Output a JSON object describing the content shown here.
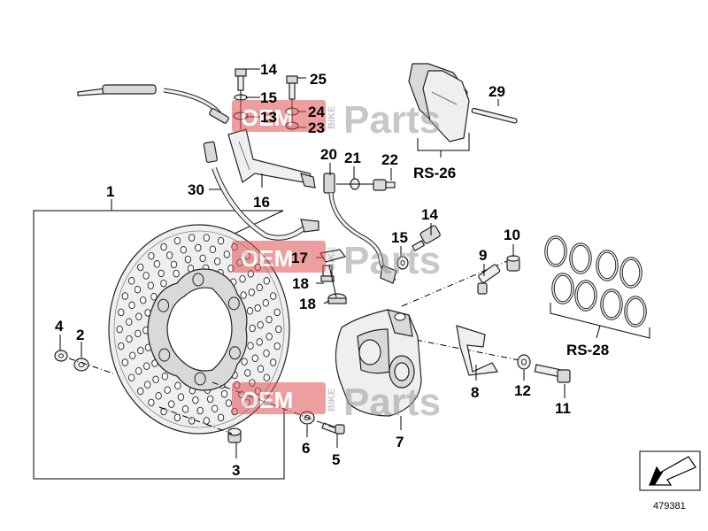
{
  "callouts": {
    "c1": "1",
    "c2": "2",
    "c3": "3",
    "c4": "4",
    "c5": "5",
    "c6": "6",
    "c7": "7",
    "c8": "8",
    "c9": "9",
    "c10": "10",
    "c11": "11",
    "c12": "12",
    "c13": "13",
    "c14a": "14",
    "c14b": "14",
    "c15a": "15",
    "c15b": "15",
    "c16": "16",
    "c17": "17",
    "c18a": "18",
    "c18b": "18",
    "c20": "20",
    "c21": "21",
    "c22": "22",
    "c23": "23",
    "c24": "24",
    "c25": "25",
    "c29": "29",
    "c30": "30",
    "rs26": "RS-26",
    "rs28": "RS-28"
  },
  "watermark": {
    "brand_oem": "OEM",
    "brand_parts": "Parts",
    "brand_bike": "BIKE"
  },
  "reference_number": "479381",
  "colors": {
    "watermark_red": "#e05050",
    "watermark_gray": "#9a9a9a",
    "line": "#000000",
    "part_fill": "#efefef"
  },
  "icons": {
    "orientation_arrow": "arrow-down-left-icon"
  }
}
